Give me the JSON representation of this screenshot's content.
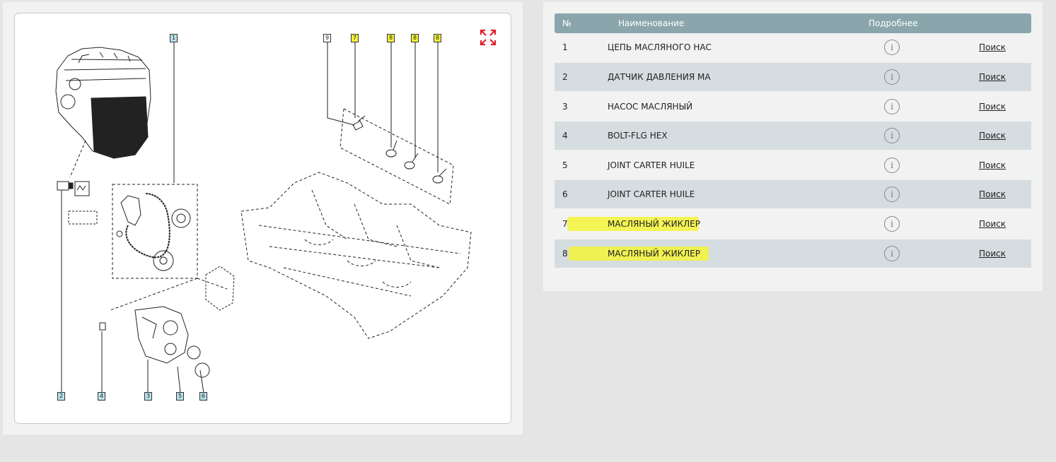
{
  "diagram": {
    "callouts": [
      {
        "label": "1",
        "color": "blue"
      },
      {
        "label": "2",
        "color": "blue"
      },
      {
        "label": "3",
        "color": "blue"
      },
      {
        "label": "4",
        "color": "blue"
      },
      {
        "label": "5",
        "color": "blue"
      },
      {
        "label": "6",
        "color": "blue"
      },
      {
        "label": "7",
        "color": "yellow"
      },
      {
        "label": "8",
        "color": "yellow"
      },
      {
        "label": "9",
        "color": "white"
      }
    ],
    "expand_icon": "expand-icon",
    "accent_color": "#e0202c"
  },
  "table": {
    "headers": {
      "num": "№",
      "name": "Наименование",
      "details": "Подробнее"
    },
    "info_glyph": "i",
    "rows": [
      {
        "num": "1",
        "name": "ЦЕПЬ МАСЛЯНОГО НАС",
        "search": "Поиск"
      },
      {
        "num": "2",
        "name": "ДАТЧИК ДАВЛЕНИЯ МА",
        "search": "Поиск"
      },
      {
        "num": "3",
        "name": "НАСОС МАСЛЯНЫЙ",
        "search": "Поиск"
      },
      {
        "num": "4",
        "name": "BOLT-FLG HEX",
        "search": "Поиск"
      },
      {
        "num": "5",
        "name": "JOINT CARTER HUILE",
        "search": "Поиск"
      },
      {
        "num": "6",
        "name": "JOINT CARTER HUILE",
        "search": "Поиск"
      },
      {
        "num": "7",
        "name": "МАСЛЯНЫЙ ЖИКЛЕР",
        "search": "Поиск"
      },
      {
        "num": "8",
        "name": "МАСЛЯНЫЙ ЖИКЛЕР",
        "search": "Поиск"
      }
    ],
    "header_color": "#8aa6ac",
    "alt_row_color": "#d5dde0",
    "highlight_color": "#f5f53a"
  }
}
